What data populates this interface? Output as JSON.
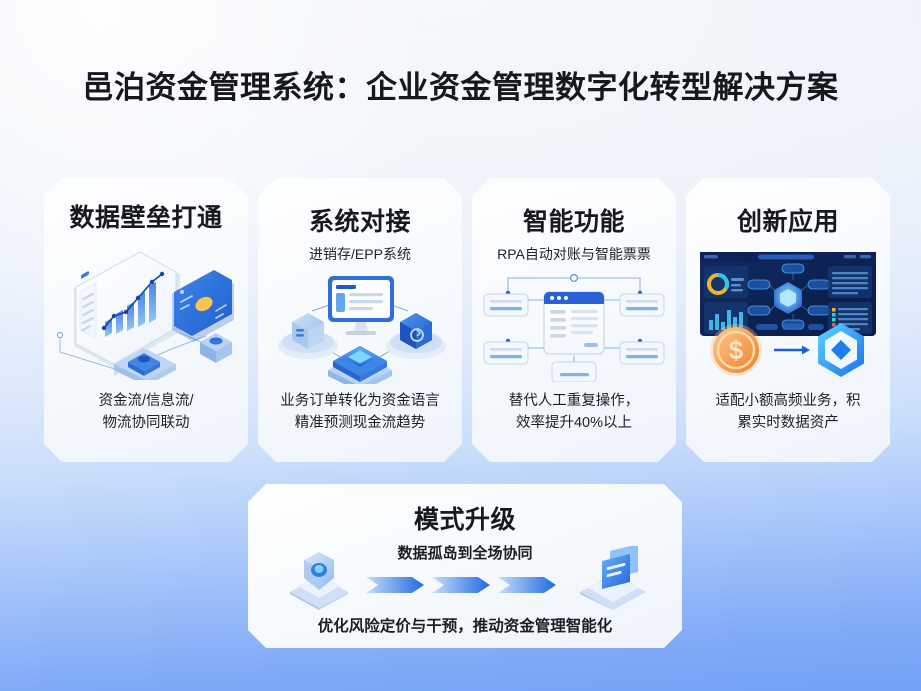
{
  "page": {
    "title": "邑泊资金管理系统：企业资金管理数字化转型解决方案",
    "background_top_color": "#eef2f8",
    "background_bottom_color": "#74a1f5",
    "accent_color": "#1c5fd4"
  },
  "cards": [
    {
      "title": "数据壁垒打通",
      "subtitle": "",
      "caption": "资金流/信息流/\n物流协同联动",
      "caption_line1": "资金流/信息流/",
      "caption_line2": "物流协同联动",
      "illustration": "isometric-monitor-bar-chart-network"
    },
    {
      "title": "系统对接",
      "subtitle": "进销存/EPP系统",
      "caption_line1": "业务订单转化为资金语言",
      "caption_line2": "精准预测现金流趋势",
      "illustration": "isometric-servers-monitor-database"
    },
    {
      "title": "智能功能",
      "subtitle": "RPA自动对账与智能票票",
      "caption_line1": "替代人工重复操作，",
      "caption_line2": "效率提升40%以上",
      "illustration": "flowchart-browser-nodes"
    },
    {
      "title": "创新应用",
      "subtitle": "",
      "caption_line1": "适配小额高频业务，积",
      "caption_line2": "累实时数据资产",
      "illustration": "dark-dashboard-coin-to-hexagon"
    }
  ],
  "bottom_card": {
    "title": "模式升级",
    "subtitle": "数据孤岛到全场协同",
    "caption": "优化风险定价与干预，推动资金管理智能化",
    "illustration_left": "shield-on-platform-icon",
    "illustration_right": "documents-on-platform-icon",
    "arrows": 3
  }
}
